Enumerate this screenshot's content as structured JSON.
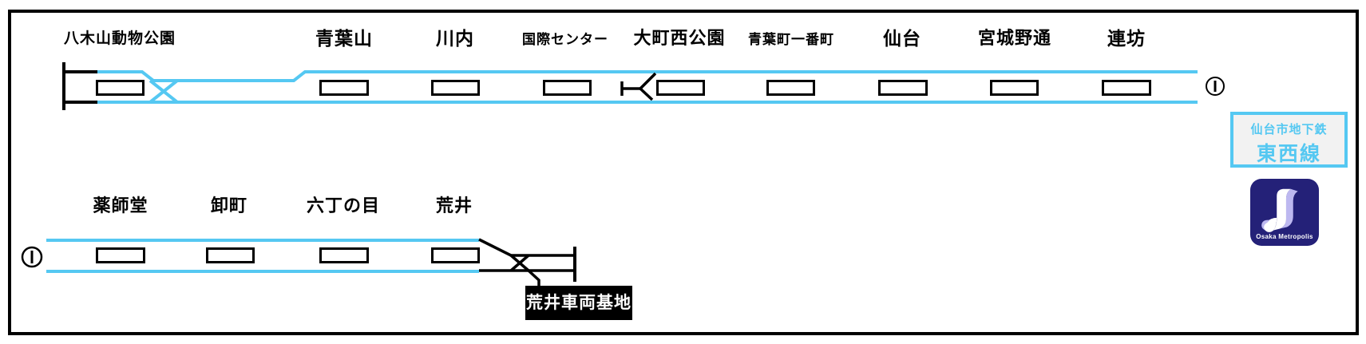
{
  "line_box": {
    "operator": "仙台市地下鉄",
    "line_name": "東西線"
  },
  "logo": {
    "caption": "Osaka Metropolis"
  },
  "depot": {
    "label": "荒井車両基地"
  },
  "continuation": {
    "top_right": "1",
    "bottom_left": "1"
  },
  "rows": {
    "top": {
      "stations": [
        "八木山動物公園",
        "青葉山",
        "川内",
        "国際センター",
        "大町西公園",
        "青葉町一番町",
        "仙台",
        "宮城野通",
        "連坊"
      ]
    },
    "bottom": {
      "stations": [
        "薬師堂",
        "卸町",
        "六丁の目",
        "荒井"
      ]
    }
  },
  "colors": {
    "line_blue": "#55c8f2",
    "track_black": "#000000",
    "logo_bg": "#242178",
    "logo_shade": "#bdb8f0",
    "box_bg": "#f2f2f2"
  }
}
